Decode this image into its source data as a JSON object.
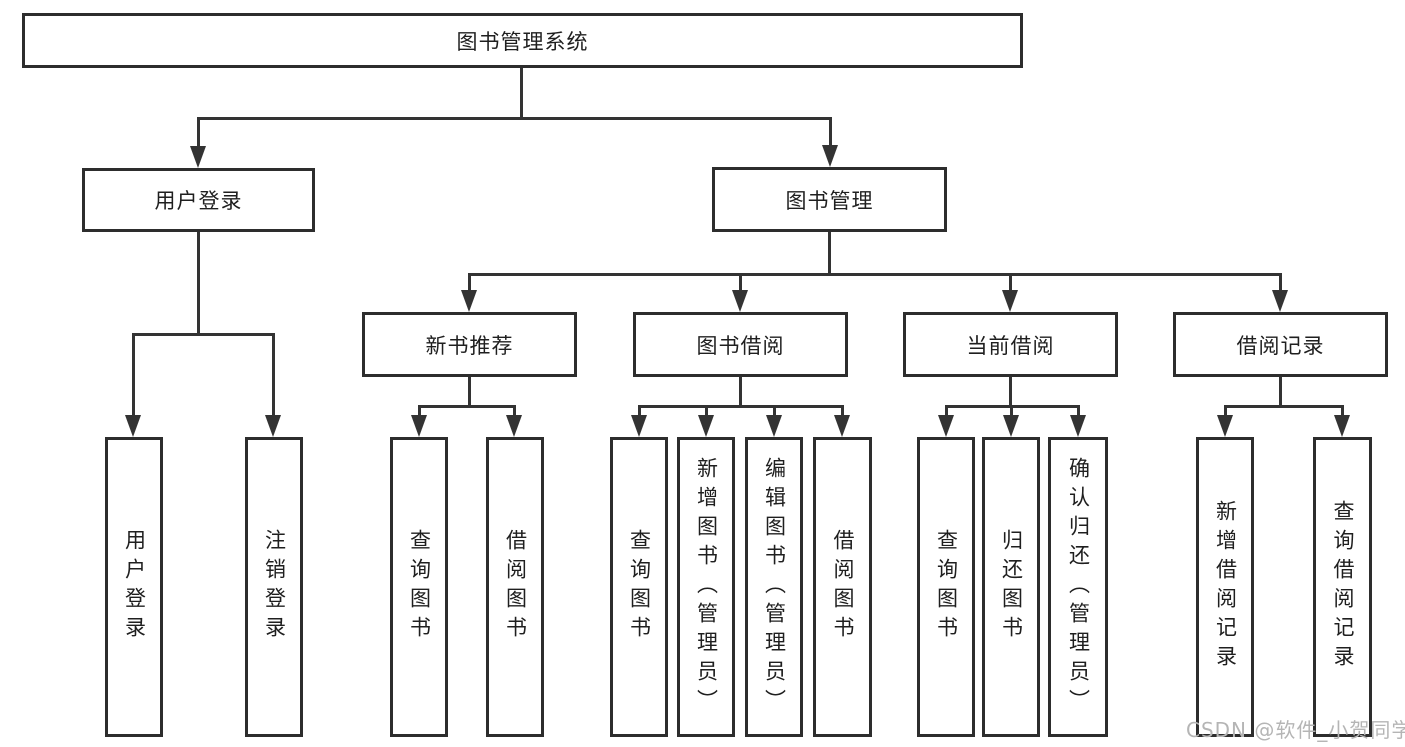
{
  "diagram_type": "hierarchy-tree",
  "colors": {
    "background": "#ffffff",
    "box_border": "#2d2d2d",
    "connector": "#333333",
    "text": "#1f1f1f",
    "watermark": "#b5b5b5"
  },
  "tree": {
    "label": "图书管理系统",
    "children": [
      {
        "label": "用户登录",
        "children": [
          {
            "label": "用户登录"
          },
          {
            "label": "注销登录"
          }
        ]
      },
      {
        "label": "图书管理",
        "children": [
          {
            "label": "新书推荐",
            "children": [
              {
                "label": "查询图书"
              },
              {
                "label": "借阅图书"
              }
            ]
          },
          {
            "label": "图书借阅",
            "children": [
              {
                "label": "查询图书"
              },
              {
                "label": "新增图书（管理员）"
              },
              {
                "label": "编辑图书（管理员）"
              },
              {
                "label": "借阅图书"
              }
            ]
          },
          {
            "label": "当前借阅",
            "children": [
              {
                "label": "查询图书"
              },
              {
                "label": "归还图书"
              },
              {
                "label": "确认归还（管理员）"
              }
            ]
          },
          {
            "label": "借阅记录",
            "children": [
              {
                "label": "新增借阅记录"
              },
              {
                "label": "查询借阅记录"
              }
            ]
          }
        ]
      }
    ]
  },
  "watermark": {
    "text": "CSDN @软件_小贺同学"
  }
}
